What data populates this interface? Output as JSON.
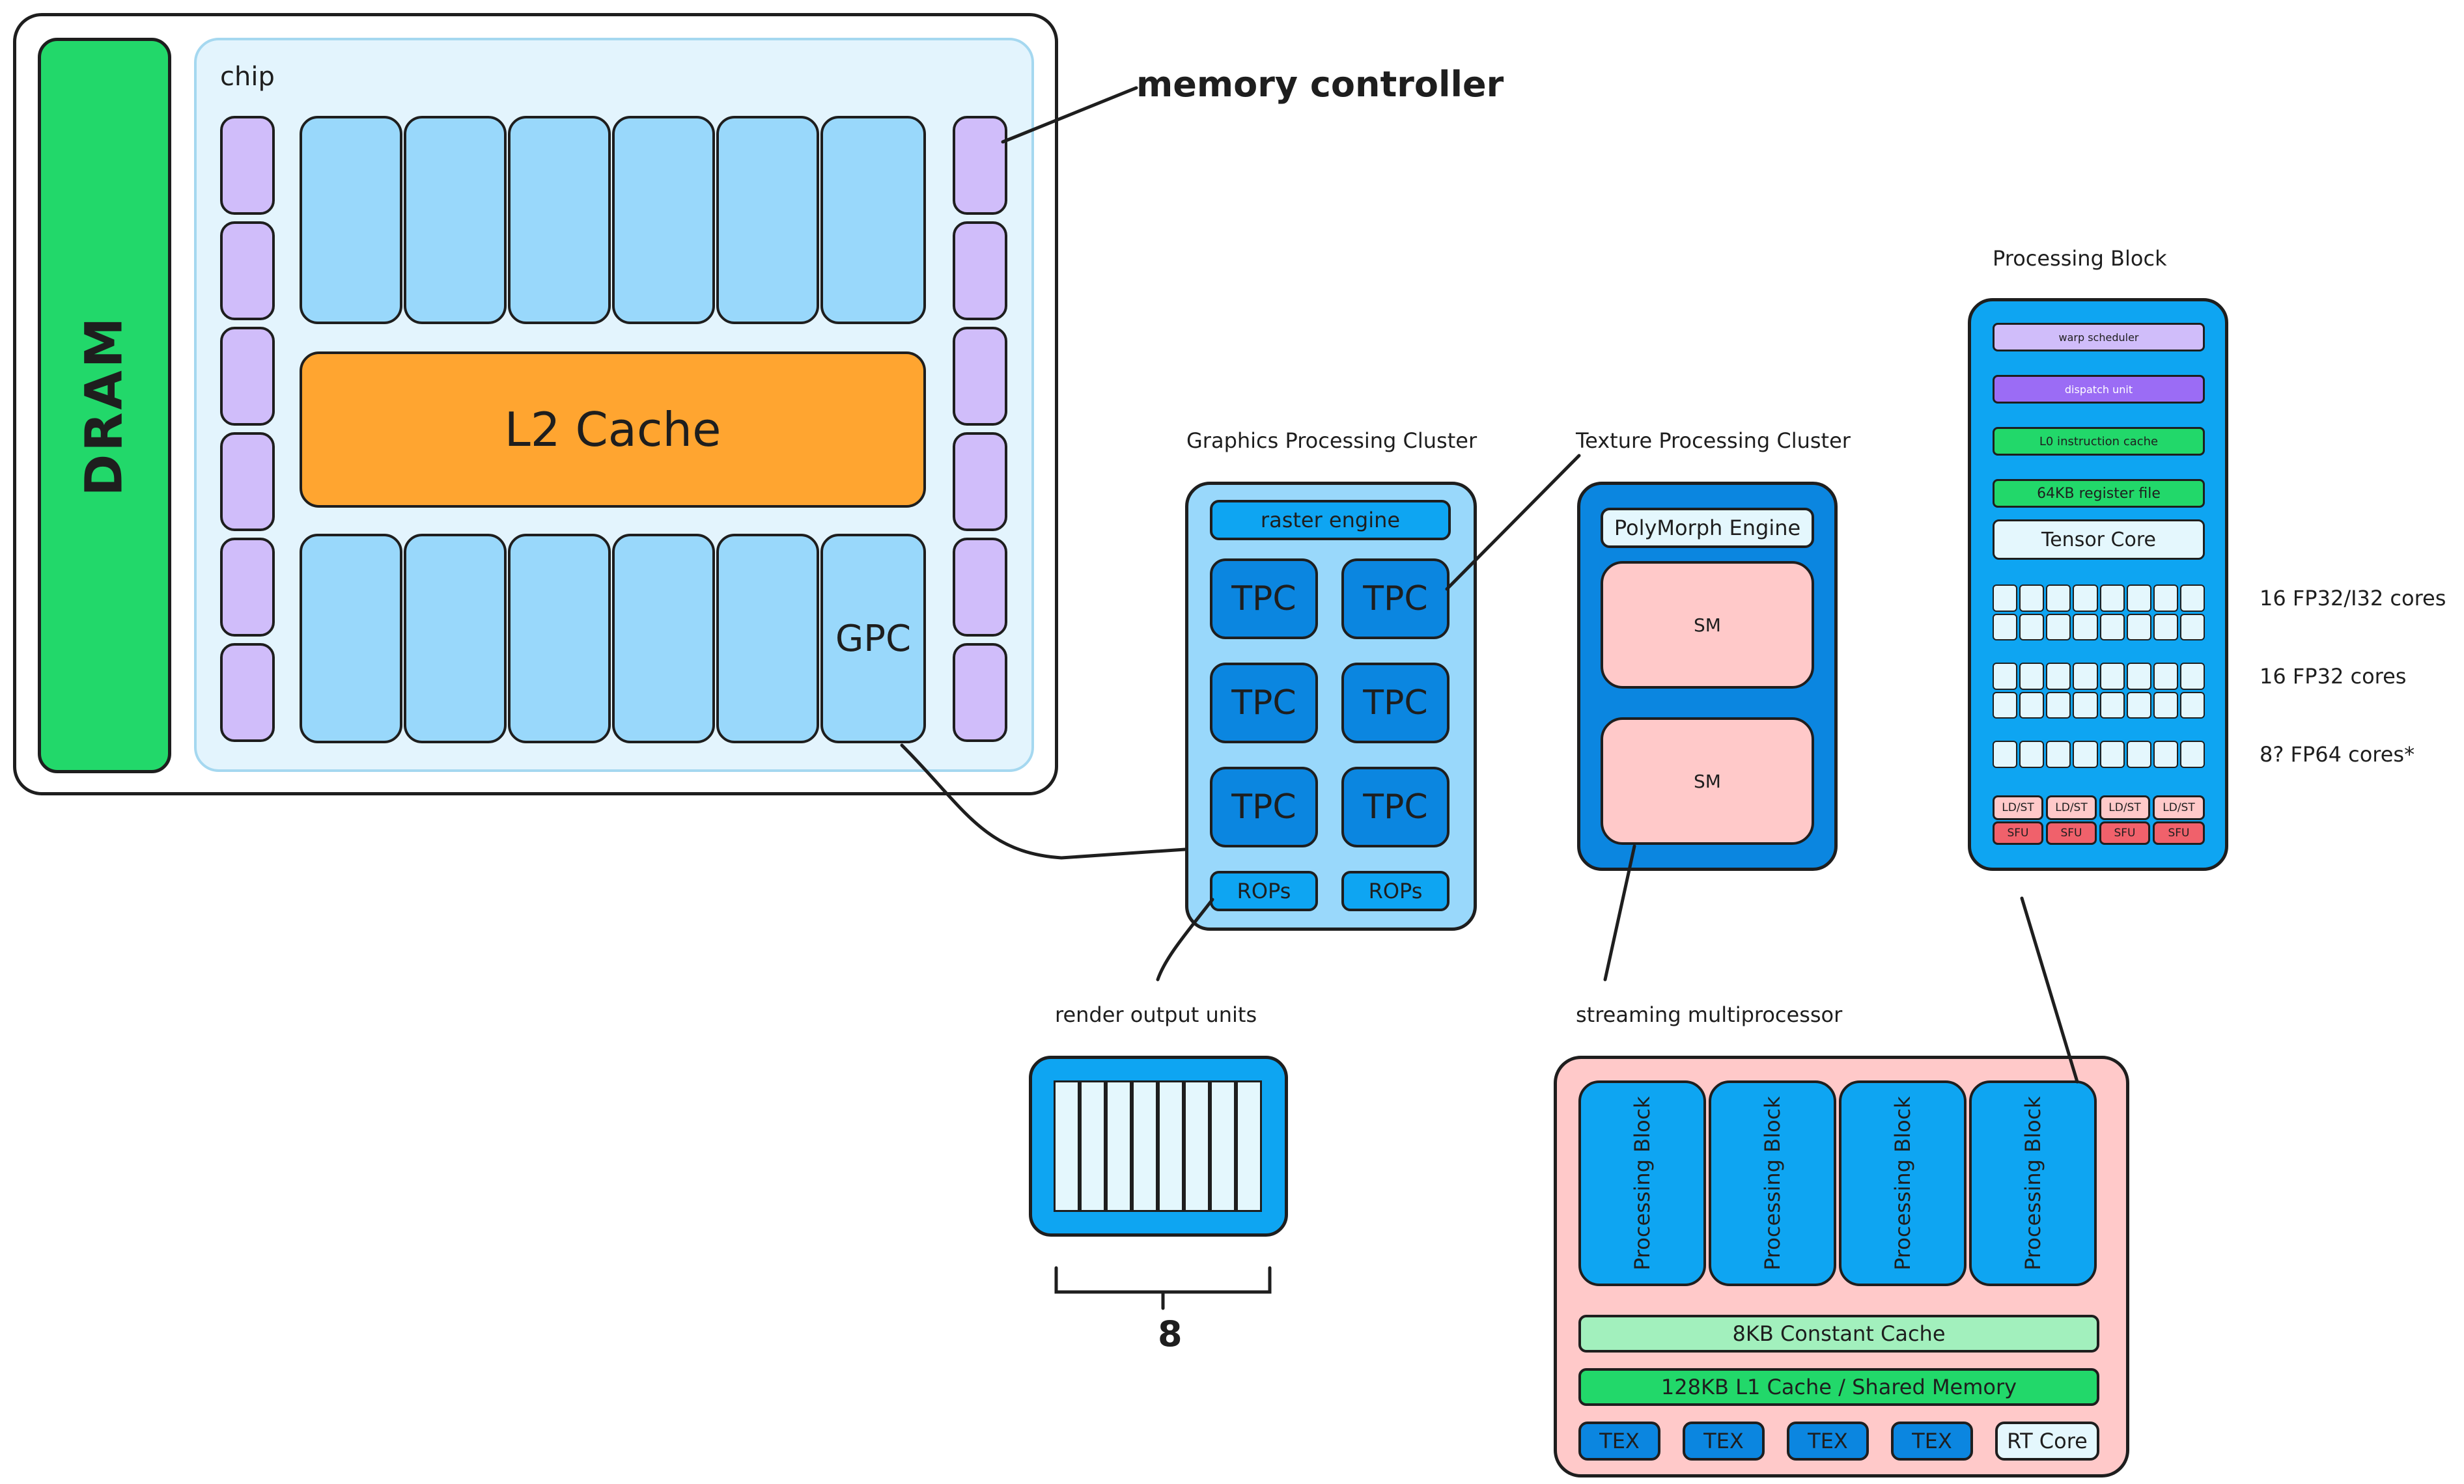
{
  "colors": {
    "dram": "#22d86a",
    "chip_bg": "#e3f4fd",
    "chip_border": "#a5d8f0",
    "gpc_tile": "#99d8fb",
    "memctrl": "#d0bdfa",
    "l2": "#ffa530",
    "gpc_panel": "#99d8fb",
    "tpc": "#0b86e0",
    "bright_blue": "#0ea5f2",
    "tpc_panel": "#0b86e0",
    "sm_pink": "#ffc9c9",
    "light_cyan": "#e4f7fd",
    "lavender": "#d0bdfa",
    "violet": "#9b6cf5",
    "green": "#22d86a",
    "mint": "#a2f0bd",
    "red": "#f0616b"
  },
  "gpu": {
    "dram_label": "DRAM",
    "chip_label": "chip",
    "l2_label": "L2 Cache",
    "gpc_tile_label": "GPC",
    "memory_controller_label": "memory controller"
  },
  "gpc": {
    "title": "Graphics Processing Cluster",
    "raster_engine": "raster engine",
    "tpc_labels": [
      "TPC",
      "TPC",
      "TPC",
      "TPC",
      "TPC",
      "TPC"
    ],
    "rops_labels": [
      "ROPs",
      "ROPs"
    ]
  },
  "tpc": {
    "title": "Texture Processing Cluster",
    "polymorph_engine": "PolyMorph Engine",
    "sm_labels": [
      "SM",
      "SM"
    ]
  },
  "rop": {
    "title": "render output units",
    "count_label": "8"
  },
  "sm": {
    "title": "streaming multiprocessor",
    "processing_blocks": [
      "Processing Block",
      "Processing Block",
      "Processing Block",
      "Processing Block"
    ],
    "constant_cache": "8KB Constant Cache",
    "l1_cache": "128KB L1 Cache / Shared Memory",
    "tex_labels": [
      "TEX",
      "TEX",
      "TEX",
      "TEX"
    ],
    "rt_core": "RT Core"
  },
  "processing_block": {
    "title": "Processing Block",
    "warp_scheduler": "warp scheduler",
    "dispatch_unit": "dispatch unit",
    "l0_cache": "L0 instruction cache",
    "register_file": "64KB register file",
    "tensor_core": "Tensor Core",
    "core_labels": [
      "16 FP32/I32 cores",
      "16 FP32 cores",
      "8? FP64 cores*"
    ],
    "ldst_labels": [
      "LD/ST",
      "LD/ST",
      "LD/ST",
      "LD/ST"
    ],
    "sfu_labels": [
      "SFU",
      "SFU",
      "SFU",
      "SFU"
    ]
  }
}
